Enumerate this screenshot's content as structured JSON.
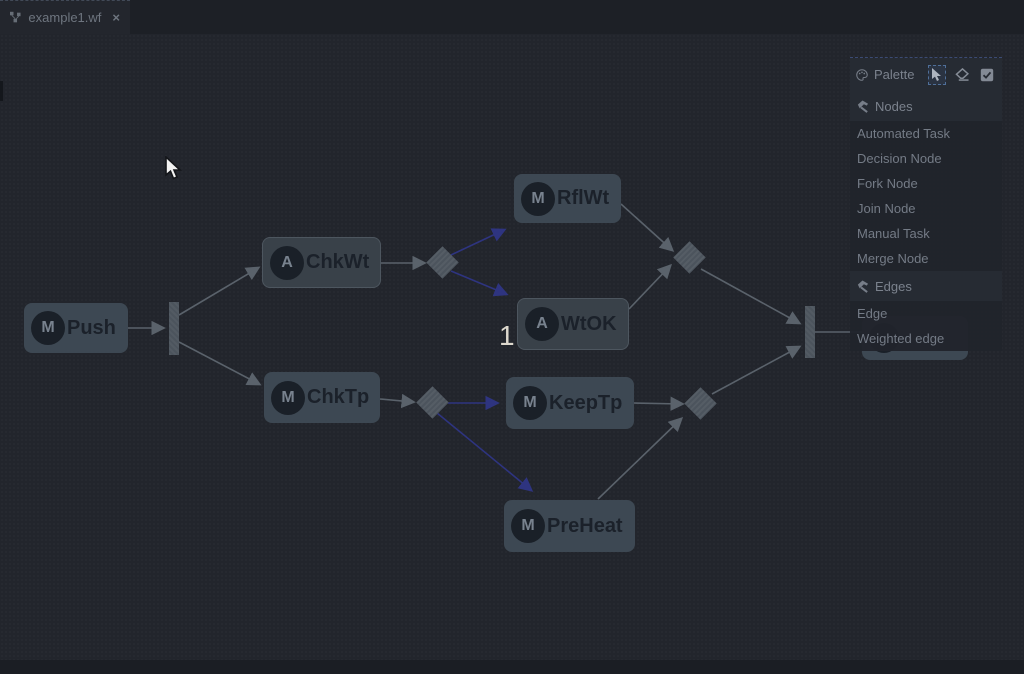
{
  "tab": {
    "title": "example1.wf",
    "close_label": "×"
  },
  "palette": {
    "title": "Palette",
    "tools": [
      {
        "name": "selection-tool",
        "selected": true
      },
      {
        "name": "eraser-tool",
        "selected": false
      },
      {
        "name": "validation-tool",
        "selected": false
      }
    ],
    "groups": [
      {
        "label": "Nodes",
        "items": [
          "Automated Task",
          "Decision Node",
          "Fork Node",
          "Join Node",
          "Manual Task",
          "Merge Node"
        ]
      },
      {
        "label": "Edges",
        "items": [
          "Edge",
          "Weighted edge"
        ]
      }
    ]
  },
  "diagram": {
    "nodes": [
      {
        "id": "push",
        "type": "manual",
        "letter": "M",
        "label": "Push"
      },
      {
        "id": "chkwt",
        "type": "automated",
        "letter": "A",
        "label": "ChkWt"
      },
      {
        "id": "rflwt",
        "type": "manual",
        "letter": "M",
        "label": "RflWt"
      },
      {
        "id": "wtok",
        "type": "automated",
        "letter": "A",
        "label": "WtOK"
      },
      {
        "id": "chktp",
        "type": "manual",
        "letter": "M",
        "label": "ChkTp"
      },
      {
        "id": "keeptp",
        "type": "manual",
        "letter": "M",
        "label": "KeepTp"
      },
      {
        "id": "preheat",
        "type": "manual",
        "letter": "M",
        "label": "PreHeat"
      },
      {
        "id": "partially-hidden-task",
        "type": "manual",
        "letter": "",
        "label": ""
      }
    ],
    "control_nodes": [
      {
        "id": "fork-1",
        "kind": "fork"
      },
      {
        "id": "decision-1",
        "kind": "decision"
      },
      {
        "id": "decision-2",
        "kind": "decision"
      },
      {
        "id": "merge-1",
        "kind": "merge"
      },
      {
        "id": "merge-2",
        "kind": "merge"
      },
      {
        "id": "join-1",
        "kind": "join"
      }
    ],
    "edges": [
      {
        "from": "push",
        "to": "fork-1",
        "type": "edge"
      },
      {
        "from": "fork-1",
        "to": "chkwt",
        "type": "edge"
      },
      {
        "from": "fork-1",
        "to": "chktp",
        "type": "edge"
      },
      {
        "from": "chkwt",
        "to": "decision-1",
        "type": "edge"
      },
      {
        "from": "decision-1",
        "to": "rflwt",
        "type": "weighted"
      },
      {
        "from": "decision-1",
        "to": "wtok",
        "type": "weighted",
        "weight": "1"
      },
      {
        "from": "rflwt",
        "to": "merge-1",
        "type": "edge"
      },
      {
        "from": "wtok",
        "to": "merge-1",
        "type": "edge"
      },
      {
        "from": "merge-1",
        "to": "join-1",
        "type": "edge"
      },
      {
        "from": "chktp",
        "to": "decision-2",
        "type": "edge"
      },
      {
        "from": "decision-2",
        "to": "keeptp",
        "type": "weighted"
      },
      {
        "from": "decision-2",
        "to": "preheat",
        "type": "weighted"
      },
      {
        "from": "keeptp",
        "to": "merge-2",
        "type": "edge"
      },
      {
        "from": "preheat",
        "to": "merge-2",
        "type": "edge"
      },
      {
        "from": "merge-2",
        "to": "join-1",
        "type": "edge"
      },
      {
        "from": "join-1",
        "to": "partially-hidden-task",
        "type": "edge"
      }
    ],
    "edge_weight_label": "1",
    "colors": {
      "edge": "#5a626b",
      "weighted_edge": "#2e3480",
      "node_fill": "#3d4853",
      "automated_fill": "#394149",
      "canvas": "#23262d"
    }
  }
}
